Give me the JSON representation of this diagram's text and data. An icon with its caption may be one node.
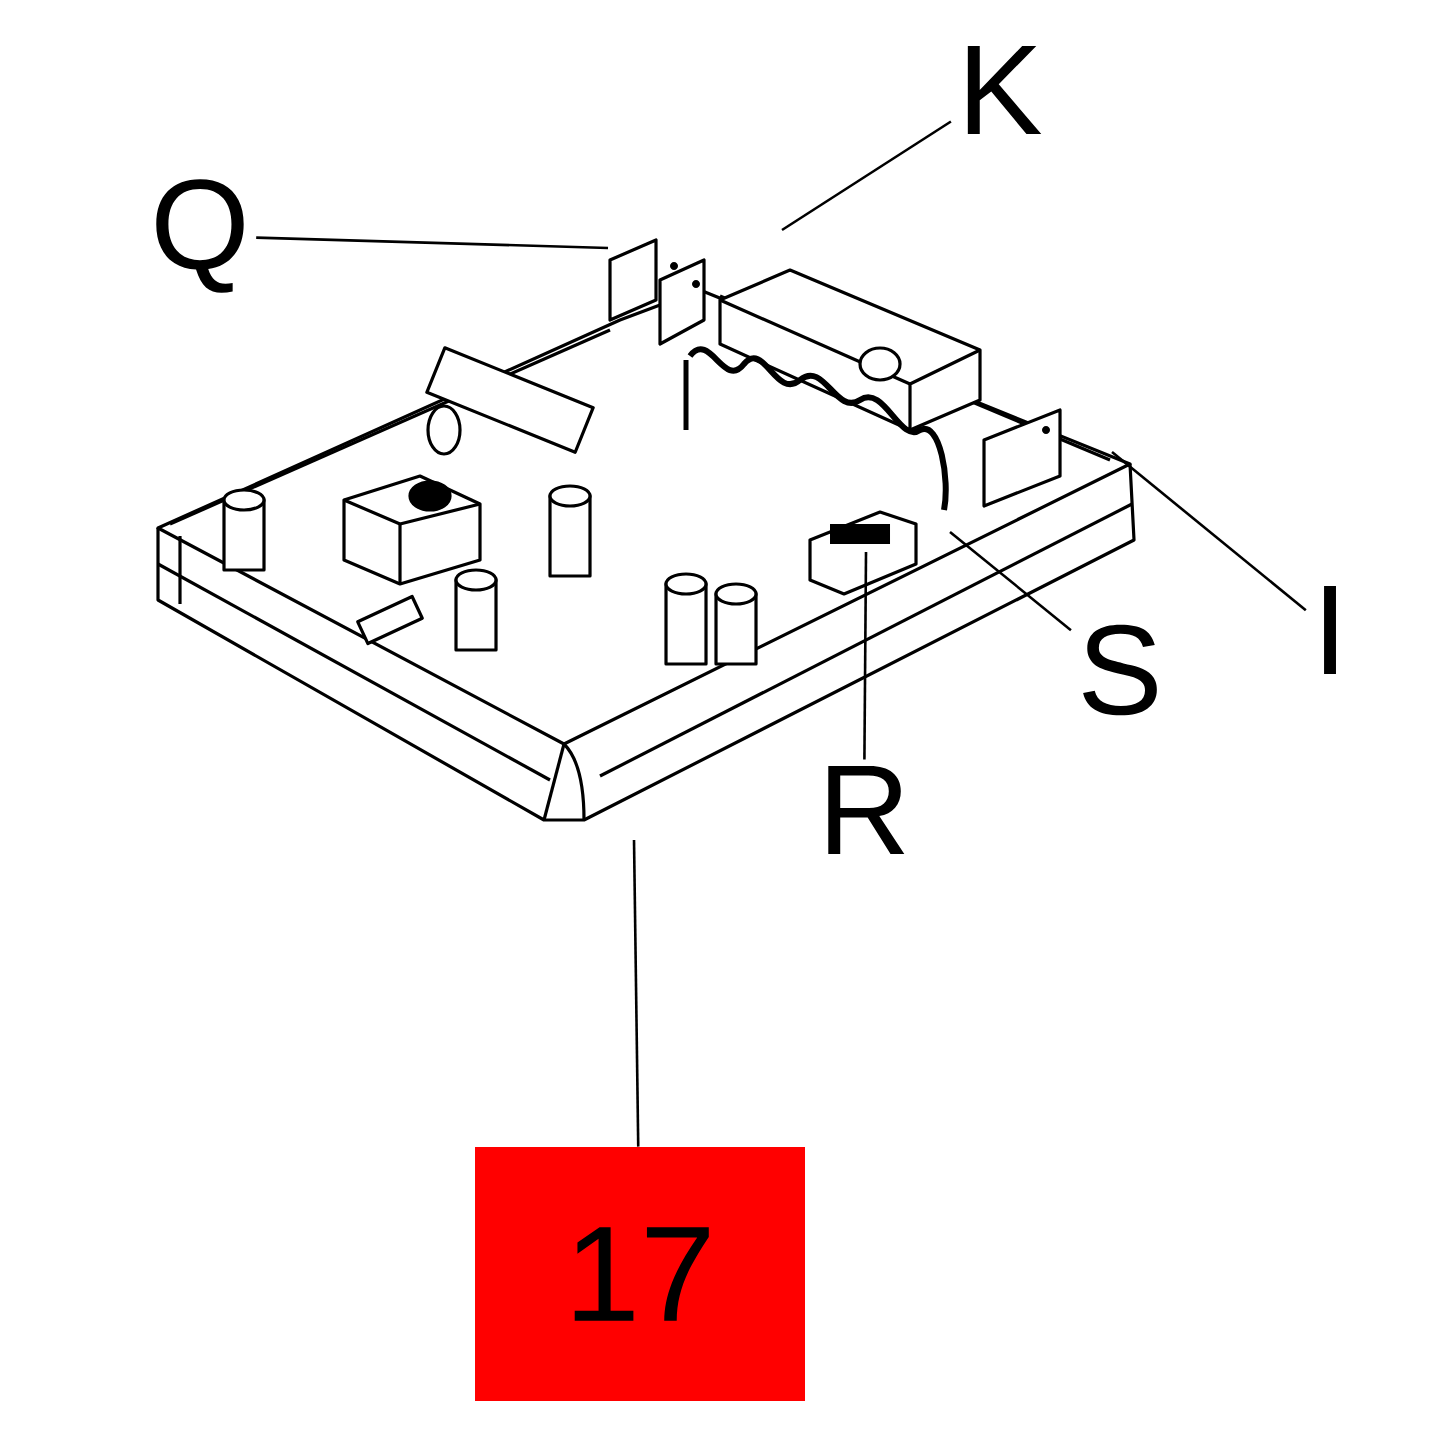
{
  "diagram": {
    "nodes": [
      {
        "text": [
          "Q"
        ]
      },
      {
        "text": [
          "K"
        ]
      },
      {
        "text": [
          "I"
        ]
      },
      {
        "text": [
          "S"
        ]
      },
      {
        "text": [
          "R"
        ]
      },
      {
        "text": [
          "17"
        ]
      }
    ],
    "edges": [
      {
        "from": 0,
        "to": null,
        "arrow": "none"
      },
      {
        "from": 1,
        "to": null,
        "arrow": "none"
      },
      {
        "from": 2,
        "to": null,
        "arrow": "none"
      },
      {
        "from": 3,
        "to": null,
        "arrow": "none"
      },
      {
        "from": 4,
        "to": null,
        "arrow": "none"
      },
      {
        "from": 5,
        "to": null,
        "arrow": "none"
      }
    ]
  }
}
